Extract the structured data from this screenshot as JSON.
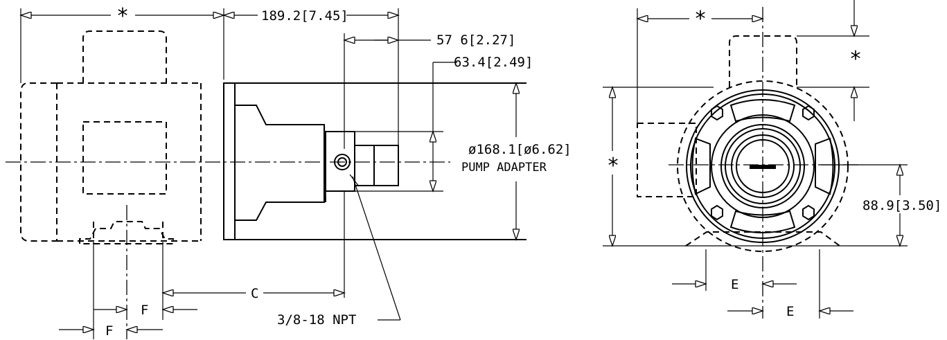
{
  "labels": {
    "star_top_left": "*",
    "dim_overall": "189.2[7.45]",
    "dim_57": "57 6[2.27]",
    "dim_63": "63.4[2.49]",
    "dim_diameter": "ø168.1[ø6.62]",
    "pump_adapter": "PUMP ADAPTER",
    "dim_c": "C",
    "npt": "3/8-18 NPT",
    "dim_f_upper": "F",
    "dim_f_lower": "F",
    "star_right_top": "*",
    "star_right_side": "*",
    "star_right_left": "*",
    "dim_88": "88.9[3.50]",
    "dim_e_upper": "E",
    "dim_e_lower": "E"
  }
}
